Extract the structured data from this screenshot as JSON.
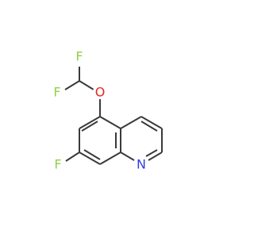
{
  "molecule": {
    "atoms": {
      "f_top": {
        "symbol": "F",
        "color": "#8fd04a"
      },
      "f_left": {
        "symbol": "F",
        "color": "#8fd04a"
      },
      "o": {
        "symbol": "O",
        "color": "#e8251c"
      },
      "f_ring": {
        "symbol": "F",
        "color": "#8fd04a"
      },
      "n": {
        "symbol": "N",
        "color": "#2f3fe0"
      }
    },
    "bond_color": "#3a3a3a"
  }
}
